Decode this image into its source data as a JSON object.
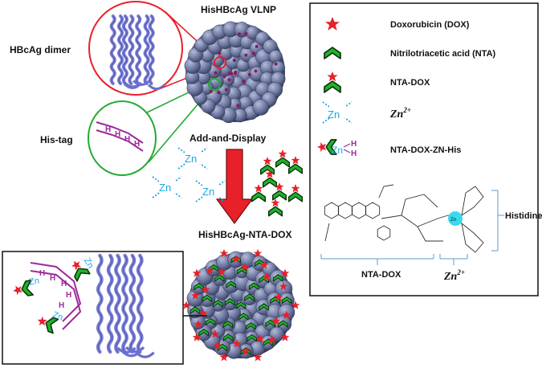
{
  "labels": {
    "hbcag_dimer": "HBcAg dimer",
    "vlnp_title": "HisHBcAg VLNP",
    "his_tag": "His-tag",
    "add_and_display": "Add-and-Display",
    "product_title": "HisHBcAg-NTA-DOX"
  },
  "legend": {
    "items": [
      {
        "icon": "star-icon",
        "label": "Doxorubicin (DOX)"
      },
      {
        "icon": "chevron-icon",
        "label": "Nitrilotriacetic acid (NTA)"
      },
      {
        "icon": "chevron-star-icon",
        "label": "NTA-DOX"
      },
      {
        "icon": "zn-cross-icon",
        "label": "Zn",
        "superscript": "2+"
      },
      {
        "icon": "nta-dox-zn-his-icon",
        "label": "NTA-DOX-ZN-His"
      }
    ],
    "structure": {
      "histidine_label": "Histidine",
      "nta_dox_label": "NTA-DOX",
      "zn_label": "Zn",
      "zn_superscript": "2+",
      "zn_atom": "Zn"
    }
  },
  "glyphs": {
    "zn": "Zn",
    "his_letter": "H"
  },
  "colors": {
    "star": "#e8202a",
    "chevron_fill": "#1db32a",
    "chevron_stroke": "#0a2a0a",
    "zinc": "#1aa7e0",
    "histidine": "#9b2a9b",
    "protein": "#6a6fd0",
    "particle": "#5a6488",
    "red_circle": "#e8202a",
    "green_circle": "#22aa33",
    "arrow": "#e8202a",
    "zn_atom_fill": "#39d9f0",
    "bracket": "#5b9bd5"
  }
}
